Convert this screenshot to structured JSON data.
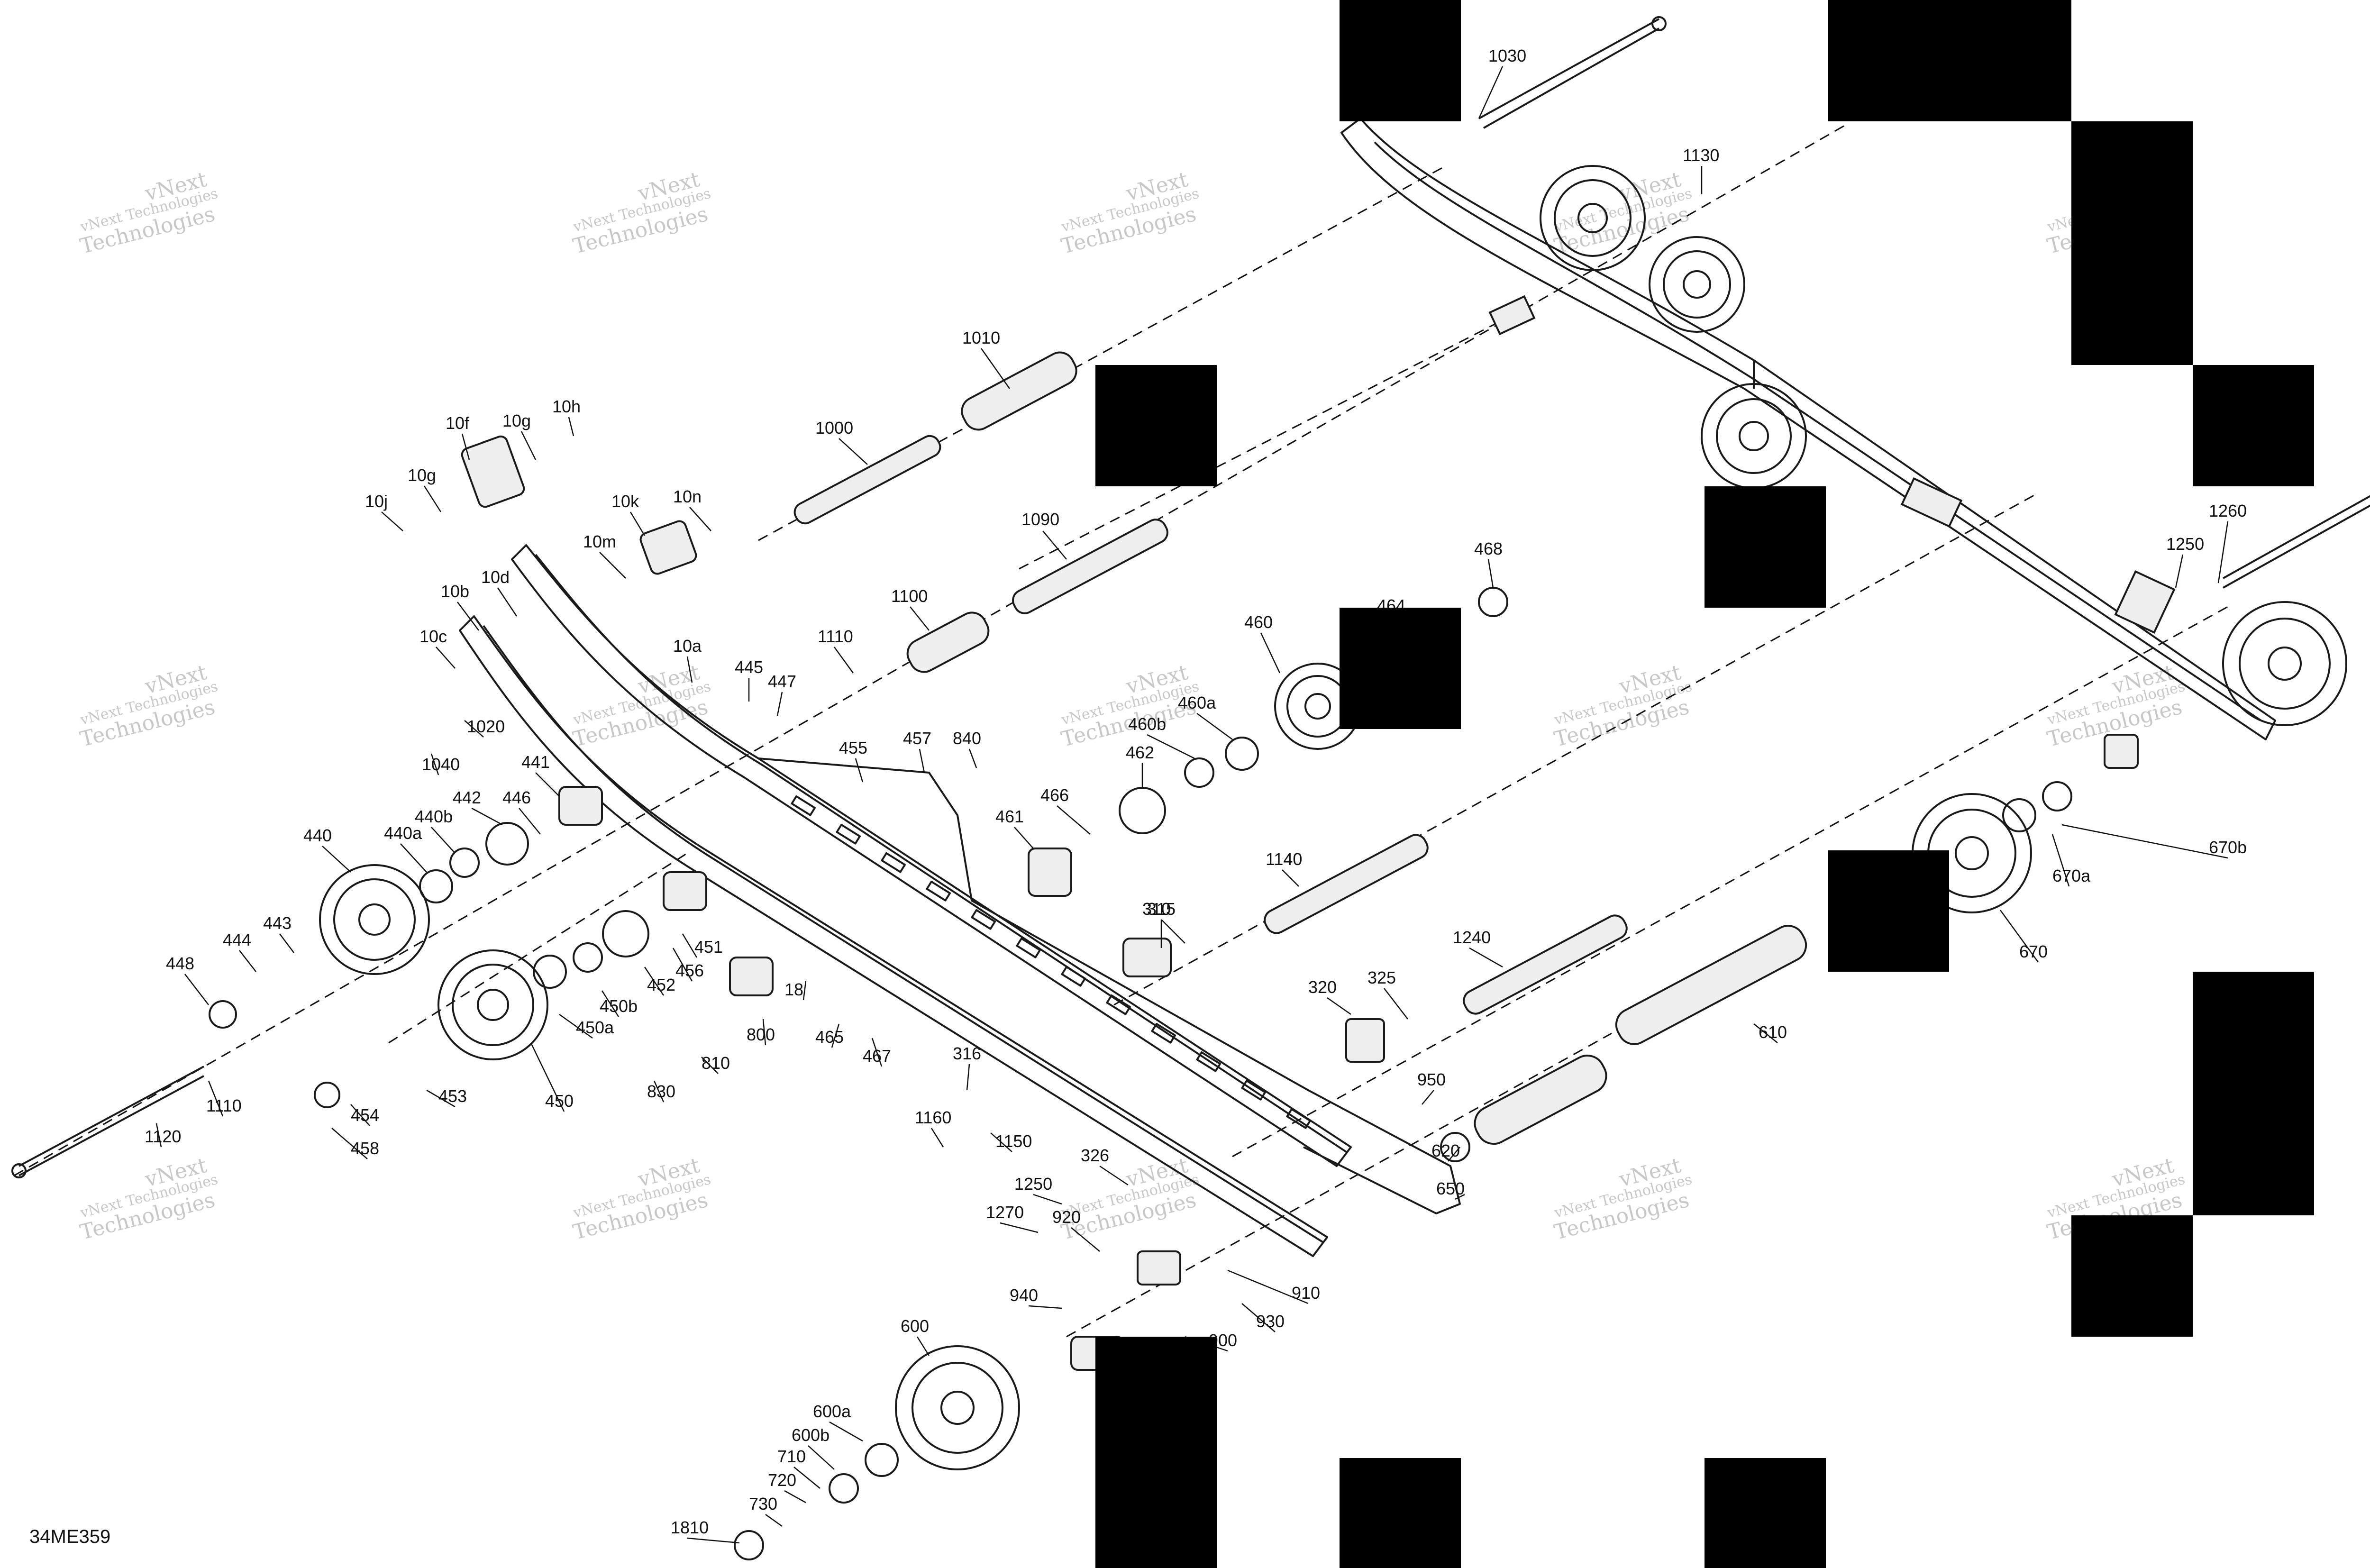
{
  "drawing_ref": "34ME359",
  "watermark": {
    "line1": "vNext Technologies",
    "line2": "vNext",
    "line3": "Technologies"
  },
  "callouts": [
    "1030",
    "1130",
    "1010",
    "1000",
    "10h",
    "10f",
    "10g",
    "10g",
    "10j",
    "10k",
    "10n",
    "10m",
    "1090",
    "1100",
    "10b",
    "10d",
    "10c",
    "10a",
    "1110",
    "445",
    "447",
    "1040",
    "1020",
    "441",
    "455",
    "457",
    "840",
    "468",
    "460",
    "464",
    "460a",
    "460b",
    "462",
    "466",
    "461",
    "440",
    "442",
    "446",
    "440b",
    "440a",
    "448",
    "444",
    "443",
    "451",
    "452",
    "456",
    "450b",
    "450a",
    "450",
    "453",
    "454",
    "458",
    "1110",
    "1120",
    "18",
    "800",
    "465",
    "467",
    "810",
    "830",
    "310",
    "315",
    "1140",
    "1240",
    "320",
    "325",
    "1260",
    "1250",
    "670b",
    "670a",
    "670",
    "610",
    "316",
    "1160",
    "1150",
    "950",
    "620",
    "650",
    "326",
    "1250",
    "1270",
    "920",
    "910",
    "940",
    "930",
    "900",
    "600",
    "600a",
    "600b",
    "710",
    "720",
    "730",
    "1810"
  ]
}
